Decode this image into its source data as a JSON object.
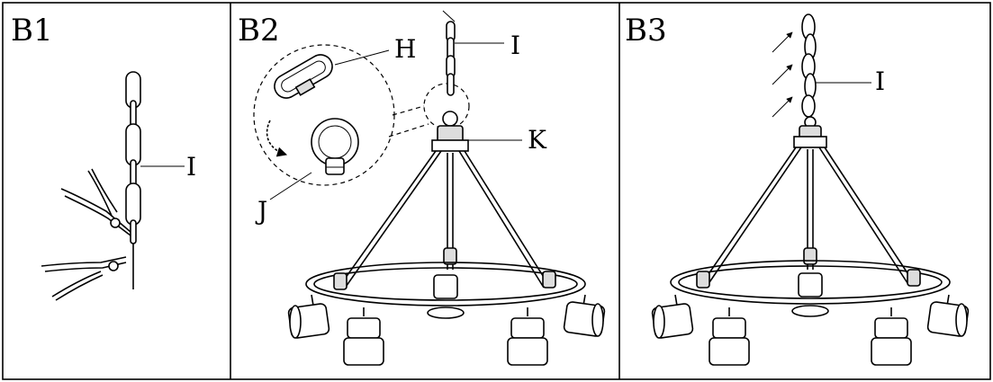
{
  "panels": [
    {
      "label": "B1",
      "callouts": [
        "I"
      ]
    },
    {
      "label": "B2",
      "callouts": [
        "H",
        "I",
        "K",
        "J"
      ]
    },
    {
      "label": "B3",
      "callouts": [
        "I"
      ]
    }
  ]
}
